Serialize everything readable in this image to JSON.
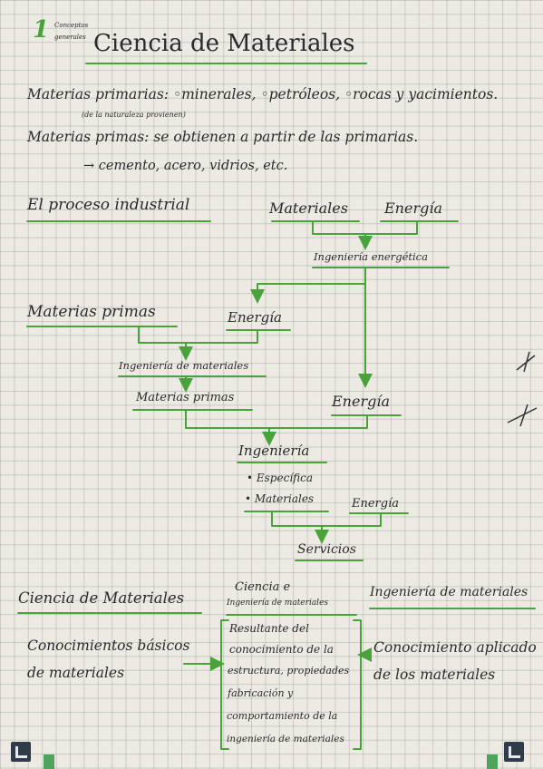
{
  "colors": {
    "ink": "#2b2b2b",
    "green": "#4aa23a",
    "paper": "#eceae3",
    "grid": "#9a9a9a"
  },
  "header": {
    "number": "1",
    "note_line1": "Conceptos",
    "note_line2": "generales",
    "title": "Ciencia de Materiales"
  },
  "definitions": {
    "primary": "Materias primarias: ◦minerales, ◦petróleos, ◦rocas y yacimientos.",
    "primary_note": "(de la naturaleza provienen)",
    "raw": "Materias primas: se obtienen a partir de las primarias.",
    "raw_examples": "→ cemento, acero, vidrios, etc."
  },
  "process": {
    "heading": "El proceso industrial",
    "materiales": "Materiales",
    "energia_top": "Energía",
    "ing_energetica": "Ingeniería energética",
    "materias_primas": "Materias primas",
    "energia_mid": "Energía",
    "ing_materiales": "Ingeniería de materiales",
    "materias_primas_2": "Materias primas",
    "energia_right": "Energía",
    "ingenieria": "Ingeniería",
    "especifica": "• Específica",
    "materiales_item": "• Materiales",
    "energia_bottom": "Energía",
    "servicios": "Servicios"
  },
  "compare": {
    "col1_title": "Ciencia de Materiales",
    "col2_title_line1": "Ciencia e",
    "col2_title_line2": "Ingeniería de materiales",
    "col3_title": "Ingeniería de materiales",
    "col1_line1": "Conocimientos básicos",
    "col1_line2": "de materiales",
    "col2_lines": [
      "Resultante del",
      "conocimiento de la",
      "estructura, propiedades",
      "fabricación y",
      "comportamiento de la",
      "ingeniería de materiales"
    ],
    "col3_line1": "Conocimiento aplicado",
    "col3_line2": "de los materiales"
  }
}
